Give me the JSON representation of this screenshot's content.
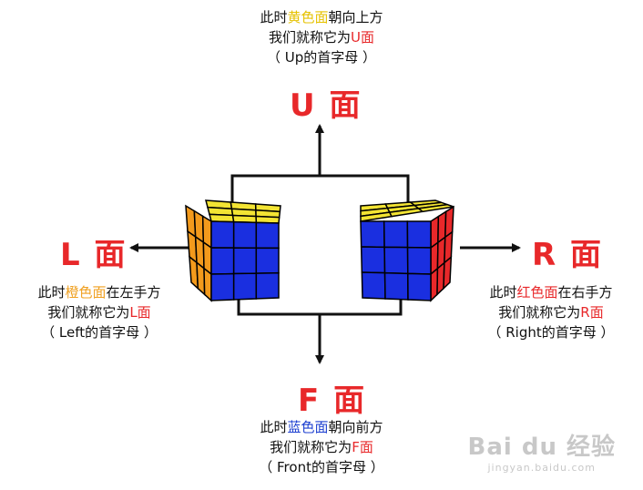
{
  "colors": {
    "label_red": "#e8282a",
    "yellow": "#f3e433",
    "orange": "#f39a1c",
    "blue": "#1a2fe0",
    "red": "#e8282a",
    "arrow": "#111111"
  },
  "faces": {
    "U": {
      "label": "U 面"
    },
    "L": {
      "label": "L 面"
    },
    "R": {
      "label": "R 面"
    },
    "F": {
      "label": "F 面"
    }
  },
  "captions": {
    "top": {
      "l1_pre": "此时",
      "l1_hl": "黄色面",
      "l1_post": "朝向上方",
      "l2_pre": "我们就称它为",
      "l2_hl": "U面",
      "l3": "（ Up的首字母 ）"
    },
    "left": {
      "l1_pre": "此时",
      "l1_hl": "橙色面",
      "l1_post": "在左手方",
      "l2_pre": "我们就称它为",
      "l2_hl": "L面",
      "l3": "（ Left的首字母 ）"
    },
    "right": {
      "l1_pre": "此时",
      "l1_hl": "红色面",
      "l1_post": "在右手方",
      "l2_pre": "我们就称它为",
      "l2_hl": "R面",
      "l3": "（ Right的首字母 ）"
    },
    "bottom": {
      "l1_pre": "此时",
      "l1_hl": "蓝色面",
      "l1_post": "朝向前方",
      "l2_pre": "我们就称它为",
      "l2_hl": "F面",
      "l3": "（ Front的首字母 ）"
    }
  },
  "watermark": {
    "logo": "Bai du 经验",
    "url": "jingyan.baidu.com"
  }
}
